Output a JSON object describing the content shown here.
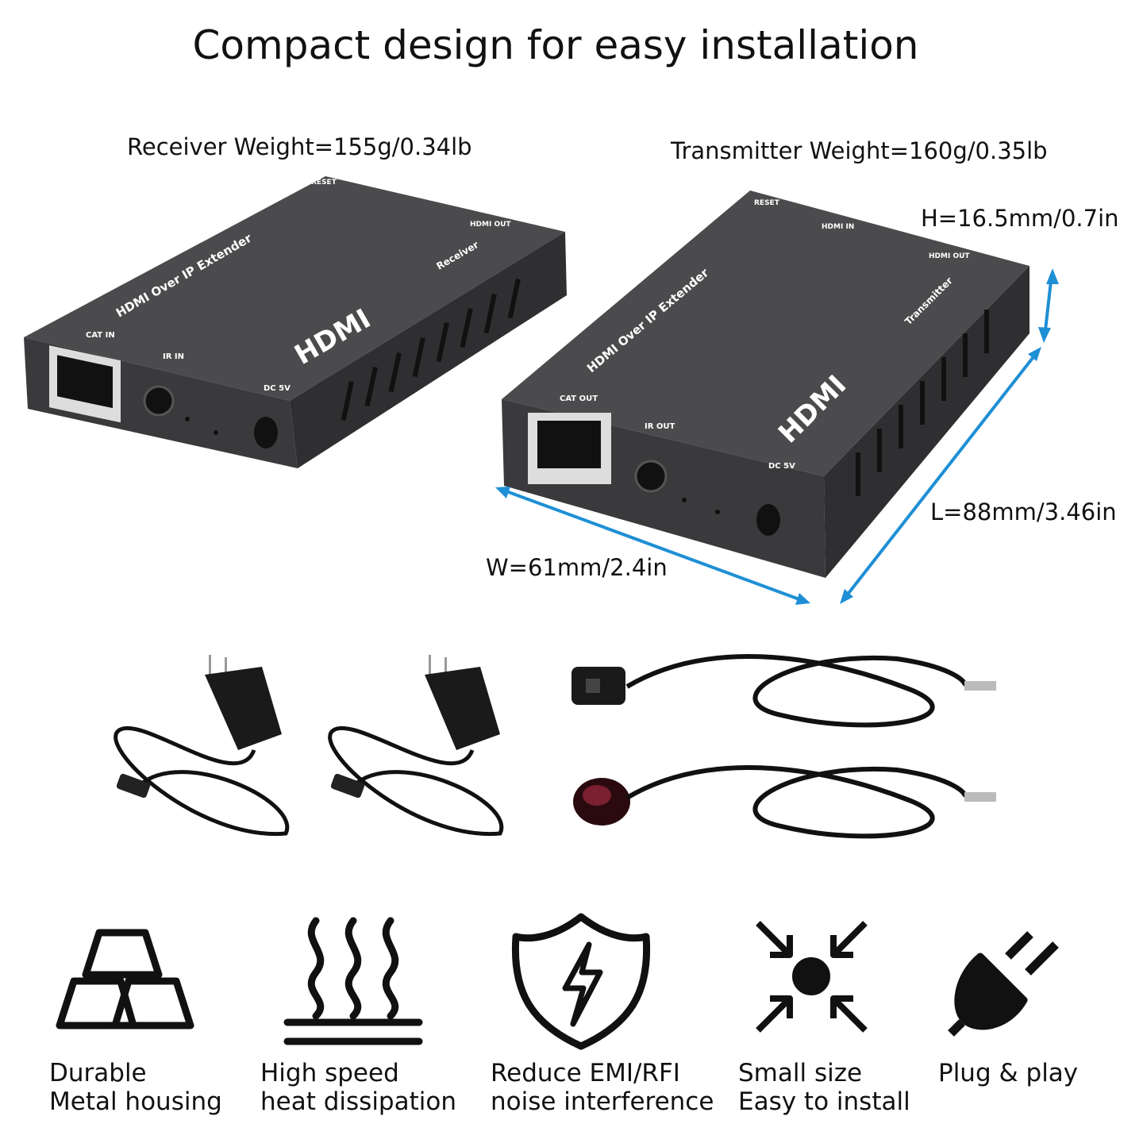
{
  "title": "Compact design for easy installation",
  "receiver": {
    "weight": "Receiver Weight=155g/0.34lb",
    "name": "HDMI Over IP Extender",
    "badge": "Receiver",
    "ports": [
      "CAT IN",
      "IR IN",
      "DC 5V",
      "RESET",
      "HDMI OUT"
    ],
    "logo": "HDMI"
  },
  "transmitter": {
    "weight": "Transmitter Weight=160g/0.35lb",
    "name": "HDMI Over IP Extender",
    "badge": "Transmitter",
    "ports": [
      "CAT OUT",
      "IR OUT",
      "DC 5V",
      "RESET",
      "HDMI IN",
      "HDMI OUT"
    ],
    "logo": "HDMI"
  },
  "dimensions": {
    "height": "H=16.5mm/0.7in",
    "length": "L=88mm/3.46in",
    "width": "W=61mm/2.4in",
    "arrow_color": "#1e8fd5"
  },
  "features": [
    {
      "icon": "gold-bars-icon",
      "line1": "Durable",
      "line2": "Metal housing"
    },
    {
      "icon": "heat-waves-icon",
      "line1": "High speed",
      "line2": "heat dissipation"
    },
    {
      "icon": "shield-lightning-icon",
      "line1": "Reduce EMI/RFI",
      "line2": "noise interference"
    },
    {
      "icon": "compress-arrows-icon",
      "line1": "Small size",
      "line2": "Easy to install"
    },
    {
      "icon": "plug-icon",
      "line1": "Plug & play",
      "line2": ""
    }
  ]
}
